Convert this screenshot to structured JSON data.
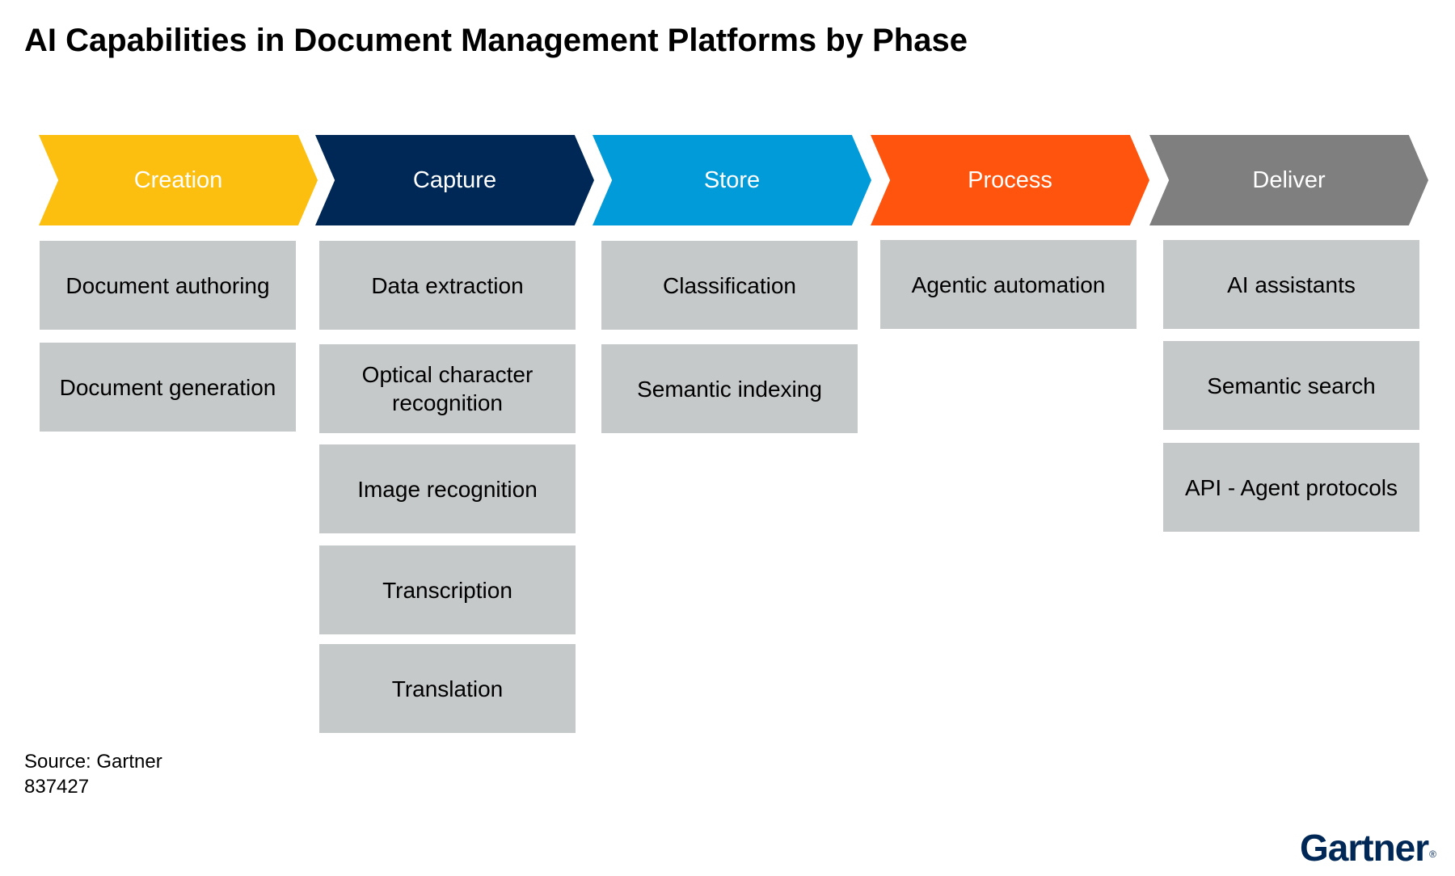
{
  "title": "AI Capabilities in Document Management Platforms by Phase",
  "colors": {
    "creation": "#FDBF0F",
    "capture": "#002856",
    "store": "#009BD8",
    "process": "#FF540D",
    "deliver": "#7F7F7F",
    "card_fill": "#C6C9CA",
    "logo": "#002856"
  },
  "phases": [
    {
      "label": "Creation",
      "items": [
        "Document authoring",
        "Document generation"
      ]
    },
    {
      "label": "Capture",
      "items": [
        "Data extraction",
        "Optical character recognition",
        "Image recognition",
        "Transcription",
        "Translation"
      ]
    },
    {
      "label": "Store",
      "items": [
        "Classification",
        "Semantic indexing"
      ]
    },
    {
      "label": "Process",
      "items": [
        "Agentic automation"
      ]
    },
    {
      "label": "Deliver",
      "items": [
        "AI assistants",
        "Semantic search",
        "API - Agent protocols"
      ]
    }
  ],
  "footer": {
    "source": "Source: Gartner",
    "id": "837427"
  },
  "logo": {
    "text": "Gartner",
    "mark": "®"
  }
}
